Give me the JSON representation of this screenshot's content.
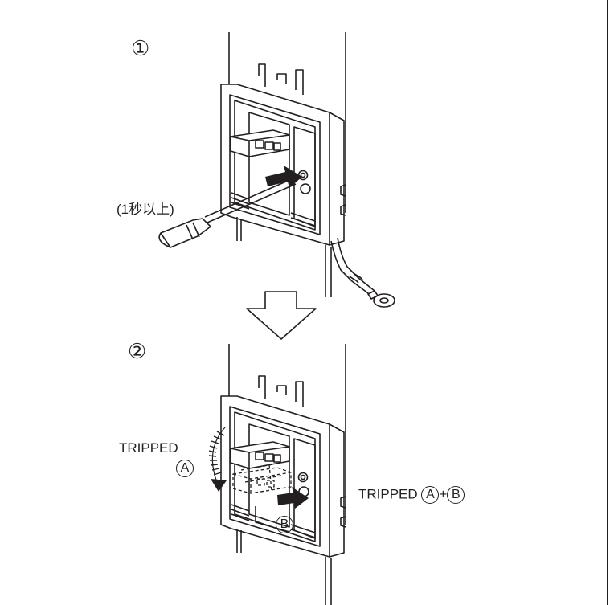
{
  "steps": [
    {
      "marker": "①"
    },
    {
      "marker": "②"
    }
  ],
  "annotations": {
    "duration_note": "(1秒以上)",
    "tripped_a_word": "TRIPPED",
    "tripped_a_marker": "A",
    "tripped_ab_word": "TRIPPED",
    "marker_a": "A",
    "plus": "+",
    "marker_b": "B",
    "marker_b_lower": "B"
  },
  "colors": {
    "line": "#231f20",
    "background": "#ffffff"
  }
}
